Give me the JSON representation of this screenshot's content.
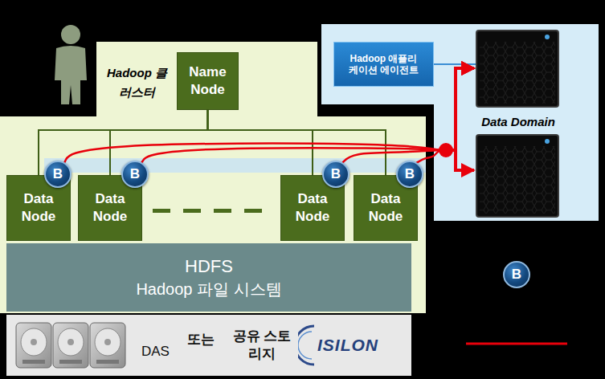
{
  "diagram": {
    "nodes": [
      {
        "text": [
          "Hadoop 클러스터"
        ]
      },
      {
        "text": [
          "Name Node"
        ],
        "in": 0
      },
      {
        "text": [
          "Data Node"
        ],
        "in": 0
      },
      {
        "text": [
          "Data Node"
        ],
        "in": 0
      },
      {
        "text": [
          "Data Node"
        ],
        "in": 0
      },
      {
        "text": [
          "Data Node"
        ],
        "in": 0
      },
      {
        "text": [
          "B"
        ],
        "in": 0
      },
      {
        "text": [
          "B"
        ],
        "in": 0
      },
      {
        "text": [
          "B"
        ],
        "in": 0
      },
      {
        "text": [
          "B"
        ],
        "in": 0
      },
      {
        "text": [
          "HDFS",
          "Hadoop 파일 시스템"
        ],
        "in": 0
      },
      {
        "text": [
          "DAS",
          "또는",
          "공유 스토리지",
          "ISILON"
        ]
      },
      {
        "text": [
          "Data Domain"
        ]
      },
      {
        "text": [
          "Hadoop 애플리케이션 에이전트"
        ],
        "in": 12
      },
      {
        "text": [
          "B"
        ]
      }
    ],
    "edges": [
      {
        "from": 1,
        "to": 2,
        "arrow": "none"
      },
      {
        "from": 1,
        "to": 3,
        "arrow": "none"
      },
      {
        "from": 1,
        "to": 4,
        "arrow": "none"
      },
      {
        "from": 1,
        "to": 5,
        "arrow": "none"
      },
      {
        "from": 6,
        "to": 12,
        "arrow": "to"
      },
      {
        "from": 7,
        "to": 12,
        "arrow": "to"
      },
      {
        "from": 8,
        "to": 12,
        "arrow": "to"
      },
      {
        "from": 9,
        "to": 12,
        "arrow": "to"
      }
    ]
  }
}
